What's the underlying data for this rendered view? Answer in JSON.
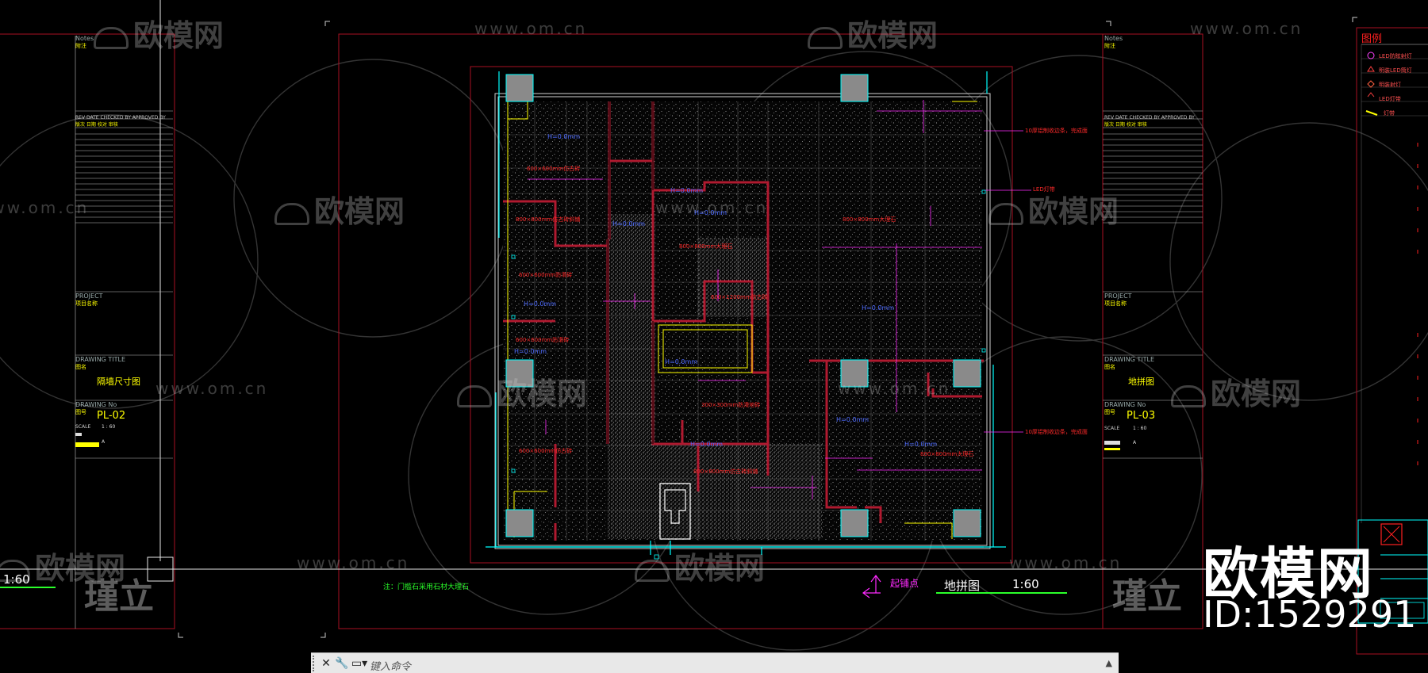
{
  "watermarks": {
    "site": "www.om.cn",
    "brand": "欧模网"
  },
  "title_block_left": {
    "notes_en": "Notes",
    "notes_cn": "附注",
    "rev_header": "REV  DATE   CHECKED BY  APPROVED BY",
    "rev_header_cn": "版次  日期    校对      审核",
    "project_en": "PROJECT",
    "project_cn": "项目名称",
    "drawing_title_en": "DRAWING TITLE",
    "drawing_title_cn": "图名",
    "drawing_title": "隔墙尺寸图",
    "drawing_no_en": "DRAWING No",
    "drawing_no_cn": "图号",
    "drawing_no": "PL-02",
    "scale_en": "SCALE",
    "scale": "1 : 60",
    "paper": "A"
  },
  "title_block_right": {
    "notes_en": "Notes",
    "notes_cn": "附注",
    "rev_header": "REV  DATE   CHECKED BY  APPROVED BY",
    "rev_header_cn": "版次  日期    校对      审核",
    "project_en": "PROJECT",
    "project_cn": "项目名称",
    "drawing_title_en": "DRAWING TITLE",
    "drawing_title_cn": "图名",
    "drawing_title": "地拼图",
    "drawing_no_en": "DRAWING No",
    "drawing_no_cn": "图号",
    "drawing_no": "PL-03",
    "scale_en": "SCALE",
    "scale": "1 : 60",
    "paper": "A"
  },
  "legend": {
    "title": "图例",
    "items": [
      "LED防眩射灯",
      "明装LED筒灯",
      "明装射灯",
      "LED灯带",
      "灯带"
    ]
  },
  "plan": {
    "start_point": "起铺点",
    "title": "地拼图",
    "scale": "1:60",
    "note": "注：门槛石采用石材大理石",
    "left_scale": "1:60",
    "seal_left": "瑾立",
    "seal_right": "瑾立",
    "room_tag": "H=0.0mm",
    "red_notes": [
      "600×600mm仿古砖",
      "800×800mm仿古砖斜铺",
      "600×600mm防滑砖",
      "800×800mm大理石",
      "600×1200mm仿古砖",
      "300×300mm防滑地砖"
    ],
    "right_notes": [
      "10厚铝制收边条，完成面",
      "LED灯带",
      "10厚铝制收边条，完成面"
    ]
  },
  "command_line": {
    "placeholder": "键入命令"
  },
  "branding": {
    "brand": "欧模网",
    "id_text": "ID:1529291"
  },
  "colors": {
    "frame_red": "#a80f22",
    "wall_red": "#b01a30",
    "dim_magenta": "#ff2aff",
    "text_red": "#ff2020",
    "note_green": "#2aff2a",
    "yellow": "#ffff00",
    "cyan": "#00ffff",
    "blue": "#3355ff",
    "column_gray": "#8a8a8a"
  }
}
